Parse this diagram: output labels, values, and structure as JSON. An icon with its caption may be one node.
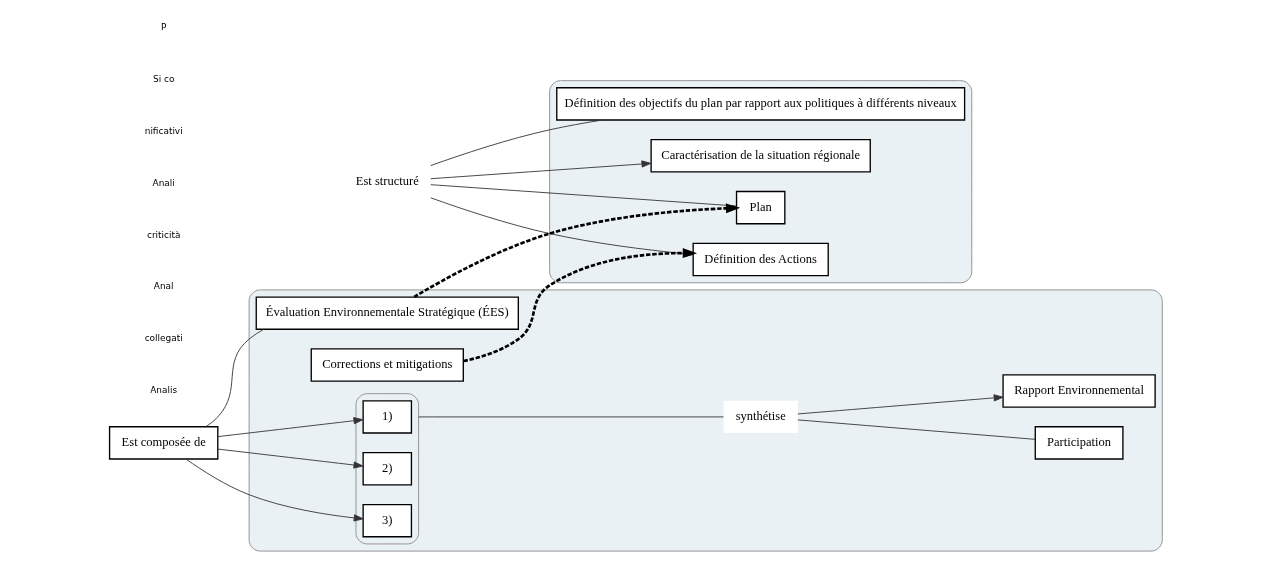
{
  "diagram": {
    "nodes": [
      {
        "text": [],
        "shape": "box"
      },
      {
        "text": [
          "Plan"
        ],
        "in": 0
      },
      {
        "text": [
          "Définition des objectifs du plan par rapport aux politiques à différents niveaux"
        ],
        "in": 0
      },
      {
        "text": [
          "Est structuré"
        ]
      },
      {
        "text": [
          "Caractérisation de la situation régionale"
        ],
        "in": 0
      },
      {
        "text": [
          "Définition des Actions"
        ],
        "in": 0
      },
      {
        "text": [],
        "shape": "box"
      },
      {
        "text": [
          "Évaluation Environnementale Stratégique (ÉES)"
        ],
        "in": 6
      },
      {
        "text": [],
        "shape": "box",
        "in": 6
      },
      {
        "text": [
          "1)"
        ],
        "in": 8
      },
      {
        "text": [
          "2)"
        ],
        "in": 8
      },
      {
        "text": [
          "3)"
        ],
        "in": 8
      },
      {
        "text": [
          "Est composée de"
        ]
      },
      {
        "text": [
          "synthétise"
        ],
        "in": 6
      },
      {
        "text": [
          "Participation"
        ],
        "in": 6
      },
      {
        "text": [
          "Rapport Environnemental"
        ],
        "in": 6
      },
      {
        "text": [
          "Corrections et mitigations"
        ],
        "in": 6
      }
    ],
    "edges": [
      {
        "from": 1,
        "to": 3,
        "arrow": "none"
      },
      {
        "from": 3,
        "to": 2,
        "arrow": "none"
      },
      {
        "from": 3,
        "to": 4,
        "arrow": "to"
      },
      {
        "from": 3,
        "to": 5,
        "arrow": "to"
      },
      {
        "from": 7,
        "to": 1,
        "arrow": "to",
        "style": "dashed"
      },
      {
        "from": 7,
        "to": 12,
        "arrow": "none"
      },
      {
        "from": 12,
        "to": 9,
        "arrow": "to"
      },
      {
        "from": 12,
        "to": 10,
        "arrow": "to"
      },
      {
        "from": 12,
        "to": 11,
        "arrow": "to"
      },
      {
        "from": 8,
        "to": 13,
        "arrow": "none"
      },
      {
        "from": 13,
        "to": 15,
        "arrow": "to"
      },
      {
        "from": 13,
        "to": 14,
        "arrow": "none"
      },
      {
        "from": 16,
        "to": 5,
        "arrow": "to",
        "style": "dashed"
      }
    ],
    "labels": [
      "Analis",
      "collegati",
      "Anal",
      "criticità",
      "Anali",
      "nificativi",
      "Si co",
      "P"
    ]
  }
}
